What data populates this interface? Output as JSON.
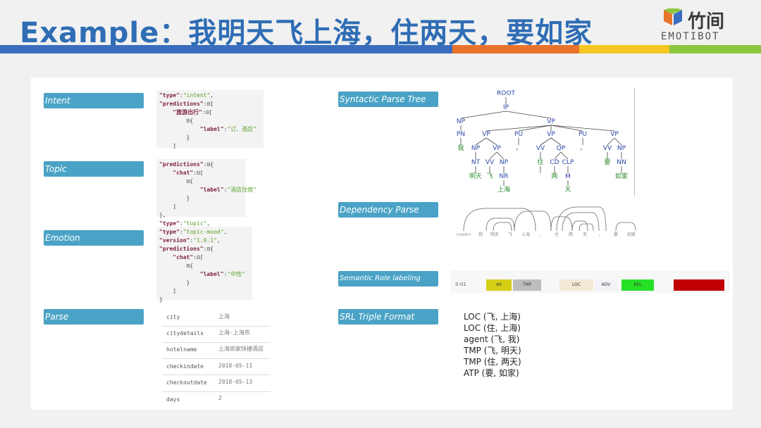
{
  "title": "Example：我明天飞上海，住两天，要如家",
  "logo": {
    "cn": "竹间",
    "en": "EMOTIBOT"
  },
  "colors": {
    "title": "#2f6db5",
    "label_bg": "#4aa3c6",
    "bar_blue": "#3a6dbd",
    "bar_orange": "#e8732a",
    "bar_yellow": "#f5c522",
    "bar_green": "#8cc63e"
  },
  "labels": {
    "intent": "Intent",
    "topic": "Topic",
    "emotion": "Emotion",
    "parse": "Parse",
    "syntactic": "Syntactic Parse Tree",
    "dependency": "Dependency Parse",
    "srl": "Semantic Role labeling",
    "srl_triple": "SRL Triple Format"
  },
  "intent_code": {
    "l1k": "\"type\"",
    "l1v": "\"intent\"",
    "l2k": "\"predictions\"",
    "l3k": "\"旅游出行\"",
    "l5k": "\"label\"",
    "l5v": "\"订、酒店\""
  },
  "topic_code": {
    "l1k": "\"predictions\"",
    "l2k": "\"chat\"",
    "l4k": "\"label\"",
    "l4v": "\"酒店住宿\"",
    "l7k": "\"type\"",
    "l7v": "\"topic\""
  },
  "emotion_code": {
    "l1k": "\"type\"",
    "l1v": "\"topic-mood\"",
    "l2k": "\"version\"",
    "l2v": "\"1.0.1\"",
    "l3k": "\"predictions\"",
    "l4k": "\"chat\"",
    "l6k": "\"label\"",
    "l6v": "\"中性\""
  },
  "parse_rows": [
    {
      "k": "city",
      "v": "上海"
    },
    {
      "k": "citydetails",
      "v": "上海-上海市"
    },
    {
      "k": "hotelname",
      "v": "上海如家快捷酒店"
    },
    {
      "k": "checkindate",
      "v": "2018-05-11"
    },
    {
      "k": "checkoutdate",
      "v": "2018-05-13"
    },
    {
      "k": "days",
      "v": "2"
    }
  ],
  "tree": {
    "root": "ROOT",
    "ip": "IP",
    "np1": "NP",
    "vp_top": "VP",
    "pn": "PN",
    "vp1": "VP",
    "pu1": "PU",
    "vp2": "VP",
    "pu2": "PU",
    "vp3": "VP",
    "w_wo": "我",
    "np2": "NP",
    "vp4": "VP",
    "pu_c1": "，",
    "vv1": "VV",
    "qp": "QP",
    "pu_c2": "，",
    "vv2": "VV",
    "np5": "NP",
    "nt": "NT",
    "vv3": "VV",
    "np3": "NP",
    "w_zhu": "住",
    "cd": "CD",
    "clp": "CLP",
    "w_yao": "要",
    "nn": "NN",
    "w_mingtian": "明天",
    "w_fei": "飞",
    "nr": "NR",
    "w_liang": "两",
    "m": "M",
    "w_rujia": "如家",
    "w_shanghai": "上海",
    "w_tian": "天"
  },
  "dep": {
    "root": "<root>"
  },
  "srl_roles": {
    "s": "S-01",
    "a0": "A0",
    "tmp": "TMP",
    "loc": "LOC",
    "adv": "ADV",
    "rel": "REL"
  },
  "srl_triples": [
    "LOC (飞, 上海)",
    "LOC (住, 上海)",
    "agent (飞, 我)",
    "TMP (飞, 明天)",
    "TMP (住, 两天)",
    "ATP (要, 如家)"
  ]
}
